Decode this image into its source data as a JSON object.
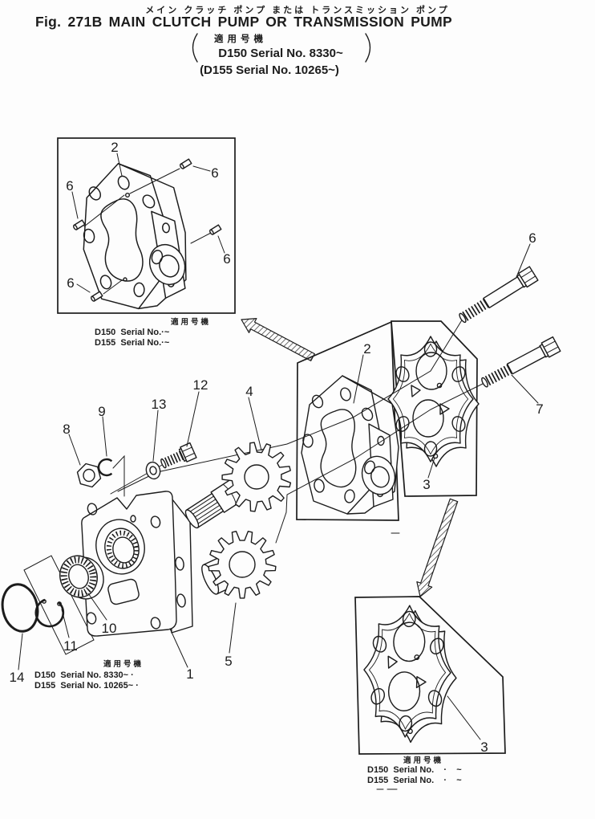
{
  "header": {
    "title_ja": "メイン クラッチ ポンプ または トランスミッション ポンプ",
    "title_en": "Fig. 271B MAIN CLUTCH PUMP OR TRANSMISSION PUMP",
    "applicable_ja": "適用号機",
    "serial_d150": "D150 Serial No. 8330~",
    "serial_d155": "(D155 Serial No. 10265~)"
  },
  "inset_caption": {
    "applicable_ja": "適用号機",
    "d150": "D150  Serial No.·~",
    "d155": "D155  Serial No.·~"
  },
  "bottom_left_caption": {
    "applicable_ja": "適用号機",
    "d150": "D150  Serial No. 8330~ ·",
    "d155": "D155  Serial No. 10265~ ·"
  },
  "bottom_right_caption": {
    "applicable_ja": "適用号機",
    "d150": "D150  Serial No.    ·    ~",
    "d155": "D155  Serial No.    ·    ~"
  },
  "parts": {
    "p1": "1",
    "p2": "2",
    "p3": "3",
    "p4": "4",
    "p5": "5",
    "p6": "6",
    "p7": "7",
    "p8": "8",
    "p9": "9",
    "p10": "10",
    "p11": "11",
    "p12": "12",
    "p13": "13",
    "p14": "14"
  }
}
